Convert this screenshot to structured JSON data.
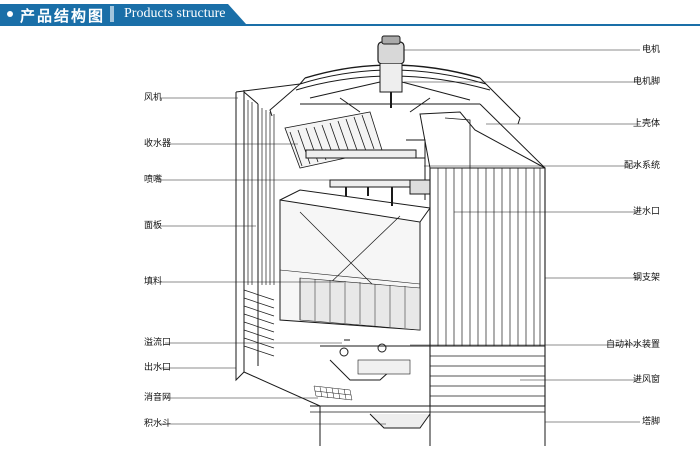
{
  "header": {
    "title_cn": "产品结构图",
    "title_en": "Products structure"
  },
  "labels_left": [
    {
      "key": "fengji",
      "text": "风机"
    },
    {
      "key": "shoushuiqi",
      "text": "收水器"
    },
    {
      "key": "penzui",
      "text": "喷嘴"
    },
    {
      "key": "mianban",
      "text": "面板"
    },
    {
      "key": "tianliao",
      "text": "填料"
    },
    {
      "key": "yiliukou",
      "text": "溢流口"
    },
    {
      "key": "chushuikou",
      "text": "出水口"
    },
    {
      "key": "xiaoyinwang",
      "text": "消音网"
    },
    {
      "key": "jishuidou",
      "text": "积水斗"
    }
  ],
  "labels_right": [
    {
      "key": "dianji",
      "text": "电机"
    },
    {
      "key": "dianjijiao",
      "text": "电机脚"
    },
    {
      "key": "shangketi",
      "text": "上壳体"
    },
    {
      "key": "peishuixitong",
      "text": "配水系统"
    },
    {
      "key": "jinshuikou",
      "text": "进水口"
    },
    {
      "key": "gangzhijia",
      "text": "钢支架"
    },
    {
      "key": "zidongbushui",
      "text": "自动补水装置"
    },
    {
      "key": "jinfengchuang",
      "text": "进风窗"
    },
    {
      "key": "taojiao",
      "text": "塔脚"
    }
  ],
  "colors": {
    "header_bar": "#1a6fa8",
    "header_accent": "#0d4d7a",
    "line": "#1a1a1a"
  }
}
